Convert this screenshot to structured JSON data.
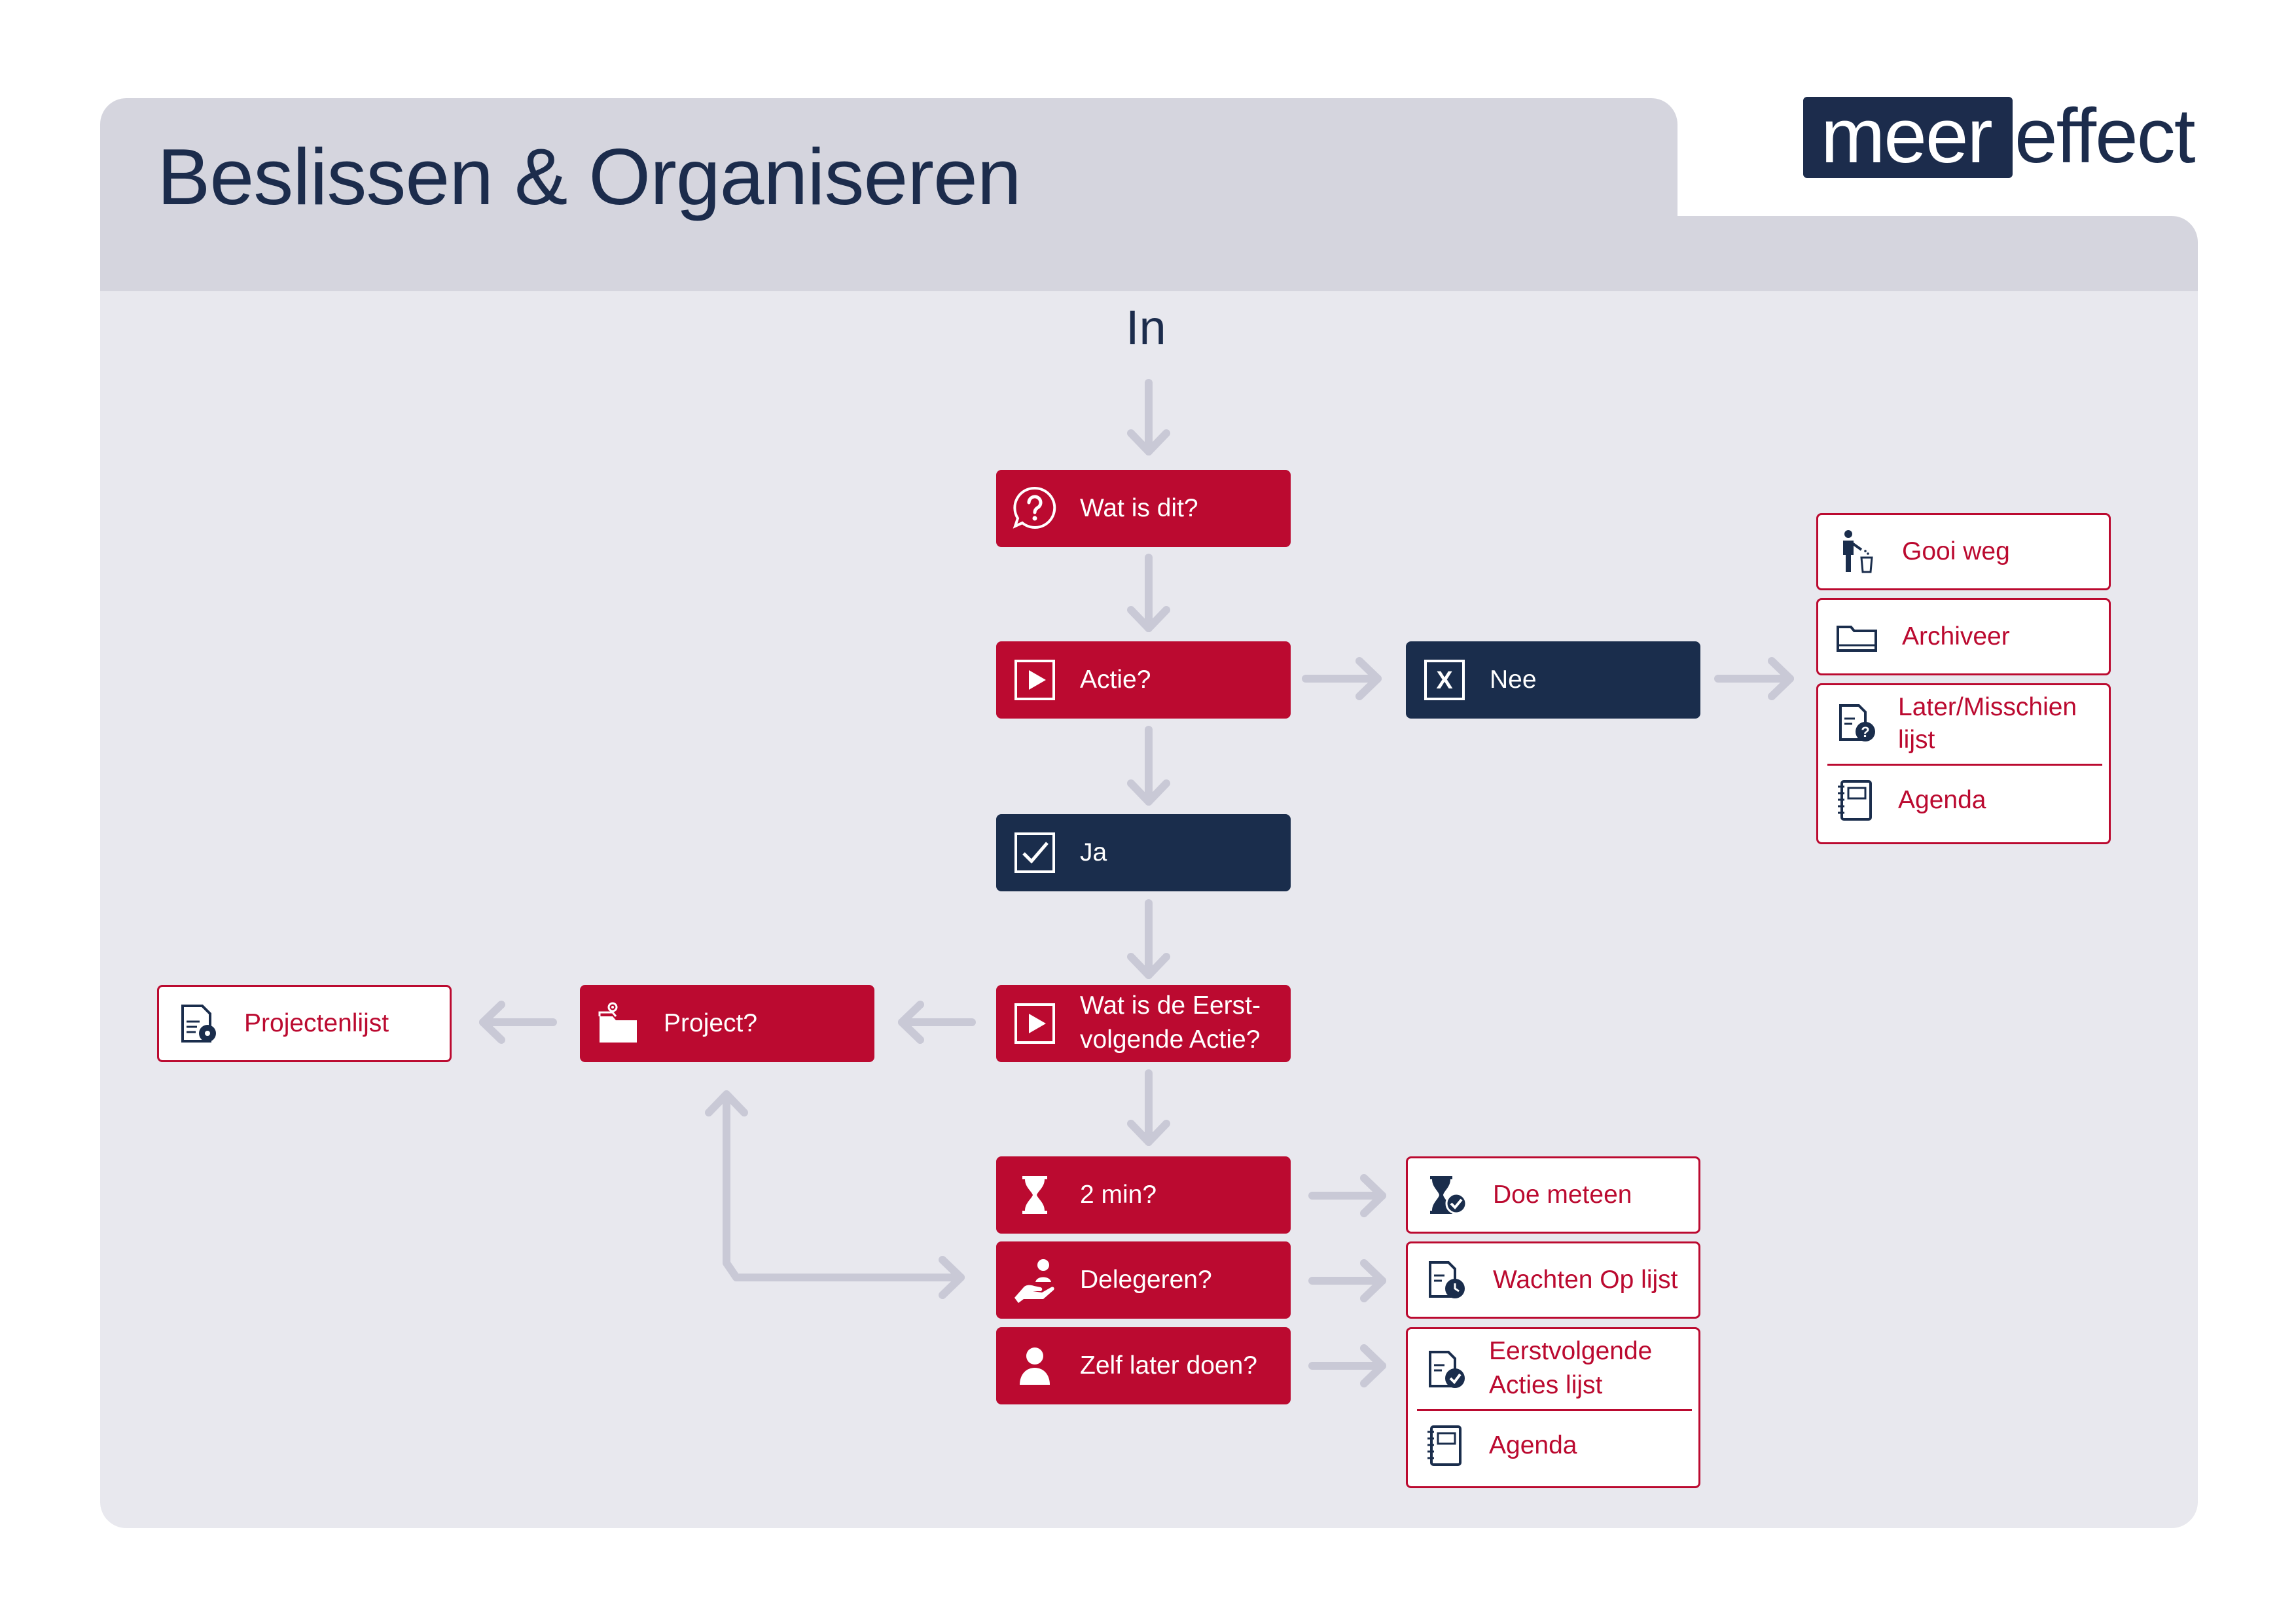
{
  "title": "Beslissen & Organiseren",
  "logo": {
    "part1": "meer",
    "part2": "effect"
  },
  "start_label": "In",
  "colors": {
    "red": "#bb0a30",
    "navy": "#1a2d4c",
    "arrow": "#c9c9d6",
    "panel": "#e8e8ee",
    "header": "#d5d5de"
  },
  "nodes": {
    "wat_is_dit": {
      "label": "Wat is dit?",
      "icon": "question-bubble-icon"
    },
    "actie": {
      "label": "Actie?",
      "icon": "play-icon"
    },
    "nee": {
      "label": "Nee",
      "icon": "x-box-icon"
    },
    "ja": {
      "label": "Ja",
      "icon": "check-box-icon"
    },
    "eerstvolgende": {
      "label1": "Wat is de Eerst-",
      "label2": "volgende Actie?",
      "icon": "play-icon"
    },
    "project": {
      "label": "Project?",
      "icon": "folder-gear-icon"
    },
    "projectenlijst": {
      "label": "Projectenlijst",
      "icon": "list-gear-icon"
    },
    "twee_min": {
      "label": "2 min?",
      "icon": "hourglass-icon"
    },
    "delegeren": {
      "label": "Delegeren?",
      "icon": "hand-person-icon"
    },
    "zelf": {
      "label": "Zelf later doen?",
      "icon": "person-icon"
    },
    "gooi_weg": {
      "label": "Gooi weg",
      "icon": "trash-person-icon"
    },
    "archiveer": {
      "label": "Archiveer",
      "icon": "folder-icon"
    },
    "later": {
      "label1": "Later/Misschien",
      "label2": "lijst",
      "icon": "doc-question-icon"
    },
    "agenda1": {
      "label": "Agenda",
      "icon": "notebook-icon"
    },
    "doe_meteen": {
      "label": "Doe meteen",
      "icon": "hourglass-check-icon"
    },
    "wachten": {
      "label": "Wachten Op lijst",
      "icon": "doc-clock-icon"
    },
    "eerstvolgende_lijst": {
      "label1": "Eerstvolgende",
      "label2": "Acties lijst",
      "icon": "doc-check-icon"
    },
    "agenda2": {
      "label": "Agenda",
      "icon": "notebook-icon"
    }
  }
}
